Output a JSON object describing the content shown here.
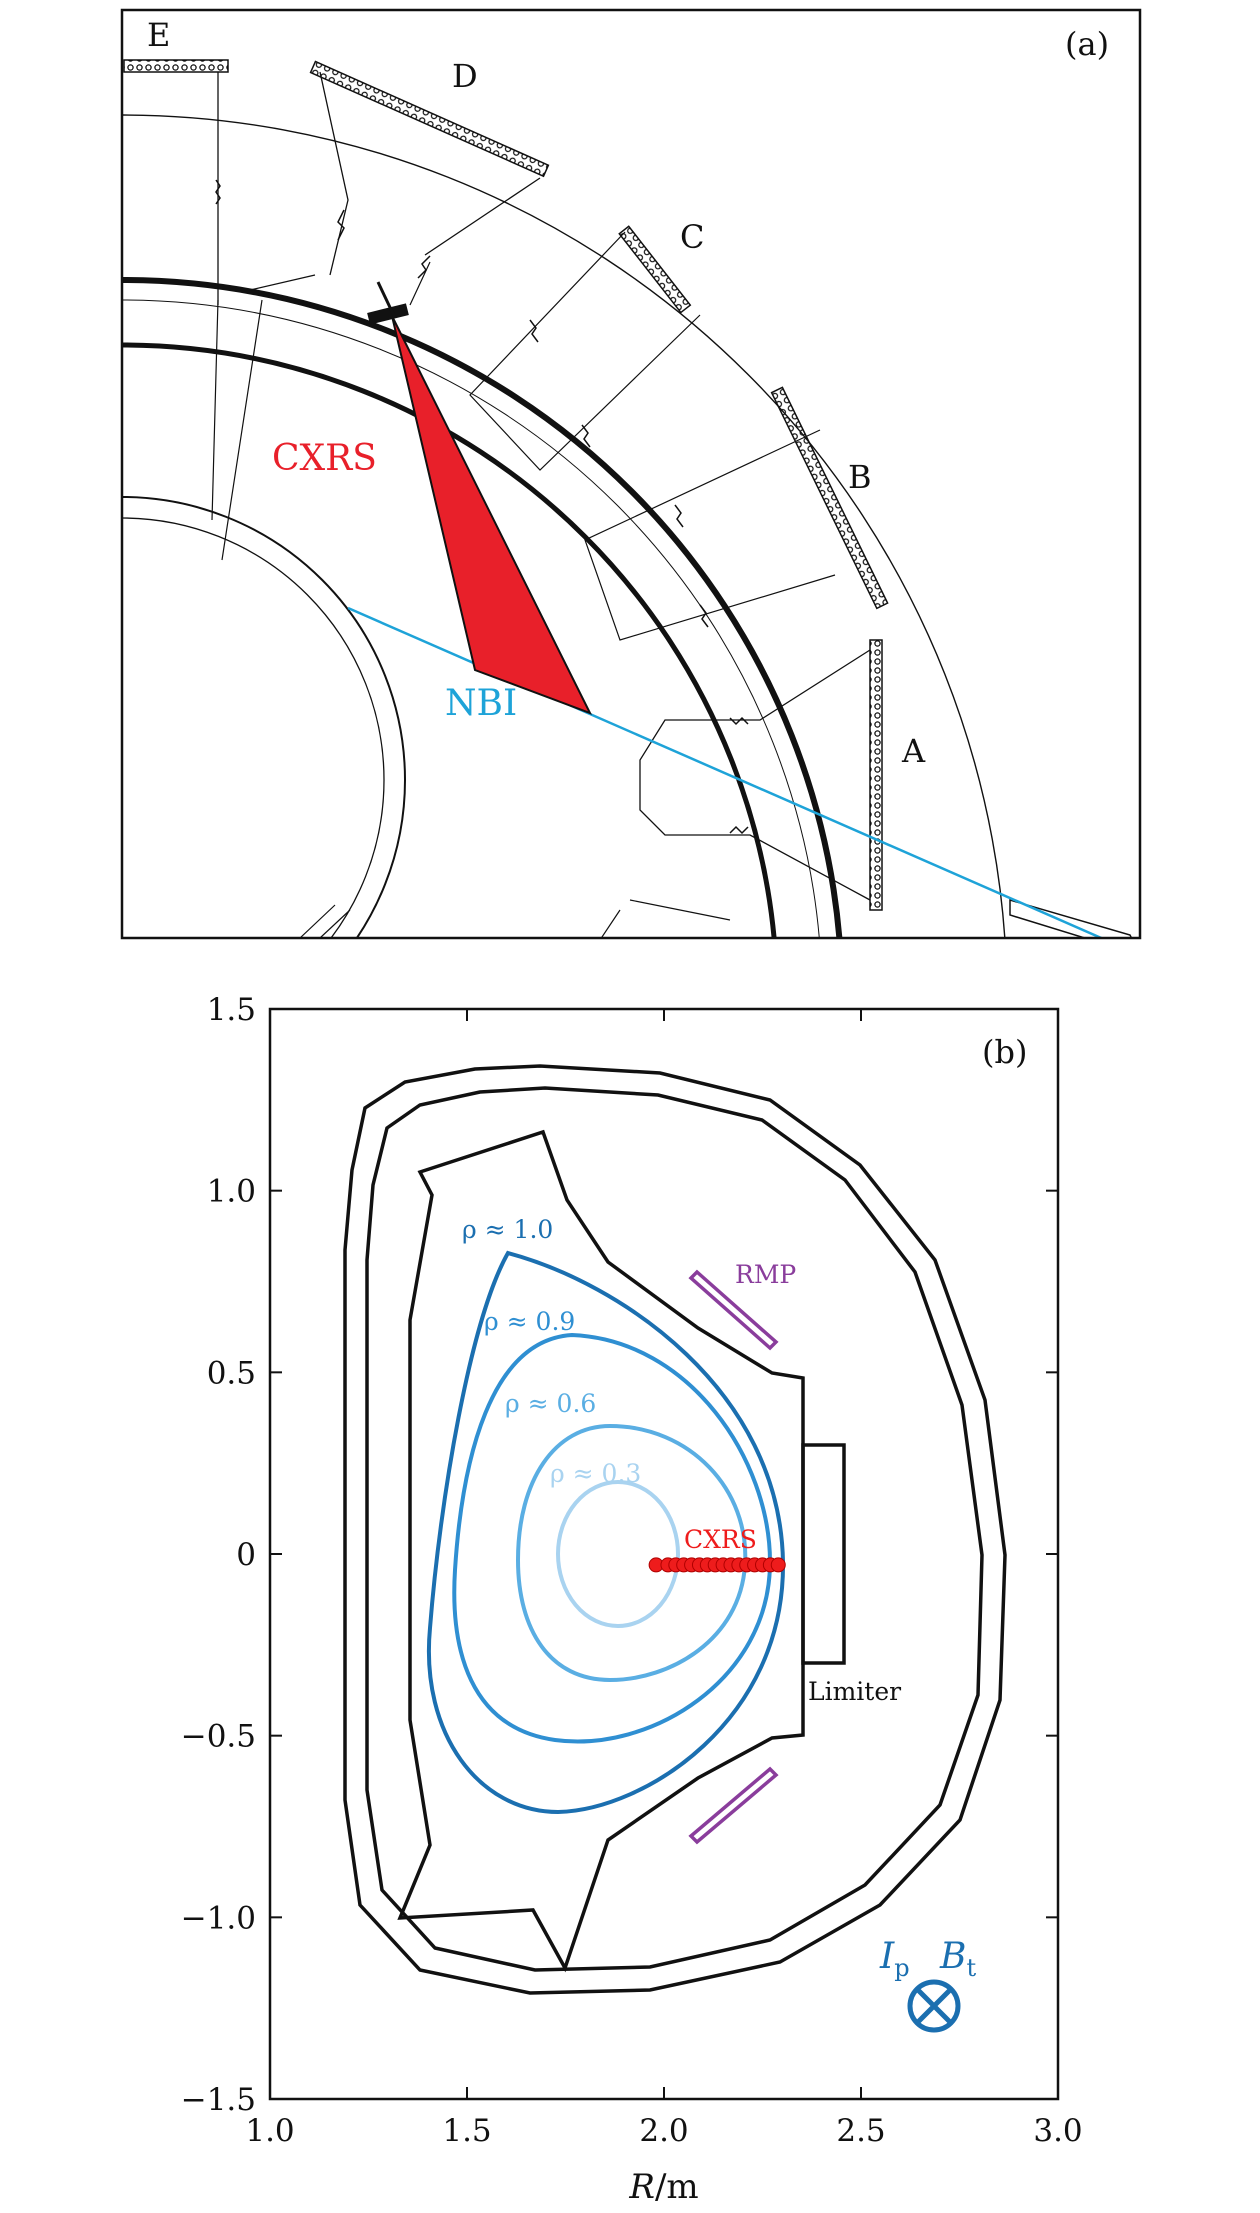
{
  "panel_a": {
    "tag": "(a)",
    "ports": {
      "A": "A",
      "B": "B",
      "C": "C",
      "D": "D",
      "E": "E"
    },
    "cxrs_label": "CXRS",
    "nbi_label": "NBI",
    "colors": {
      "cxrs": "#e8202a",
      "nbi": "#1ea3d8",
      "structure": "#111111"
    }
  },
  "panel_b": {
    "tag": "(b)",
    "xlabel_var": "R",
    "xlabel_unit": "/m",
    "x_ticks": [
      "1.0",
      "1.5",
      "2.0",
      "2.5",
      "3.0"
    ],
    "y_ticks": [
      "1.5",
      "1.0",
      "0.5",
      "0",
      "−0.5",
      "−1.0",
      "−1.5"
    ],
    "contour_labels": [
      "ρ ≈ 1.0",
      "ρ ≈ 0.9",
      "ρ ≈ 0.6",
      "ρ ≈ 0.3"
    ],
    "rmp_label": "RMP",
    "cxrs_label": "CXRS",
    "limiter_label": "Limiter",
    "ip_symbol": "I",
    "ip_sub": "p",
    "bt_symbol": "B",
    "bt_sub": "t",
    "colors": {
      "rho_1_0": "#1b6fb0",
      "rho_0_9": "#2f8fd2",
      "rho_0_6": "#5aaee3",
      "rho_0_3": "#a9d3f0",
      "rmp": "#8a3d9c",
      "cxrs": "#ee1c1c",
      "ip_bt": "#1b6fb0"
    }
  },
  "chart_data": {
    "type": "scatter",
    "xlabel": "R/m",
    "xlim": [
      1.0,
      3.0
    ],
    "ylim": [
      -1.5,
      1.5
    ],
    "series": [
      {
        "name": "CXRS",
        "x": [
          1.98,
          2.01,
          2.03,
          2.05,
          2.07,
          2.09,
          2.11,
          2.13,
          2.15,
          2.17,
          2.19,
          2.21,
          2.23,
          2.25,
          2.27,
          2.29
        ],
        "y": [
          -0.03,
          -0.03,
          -0.03,
          -0.03,
          -0.03,
          -0.03,
          -0.03,
          -0.03,
          -0.03,
          -0.03,
          -0.03,
          -0.03,
          -0.03,
          -0.03,
          -0.03,
          -0.03
        ]
      }
    ]
  }
}
